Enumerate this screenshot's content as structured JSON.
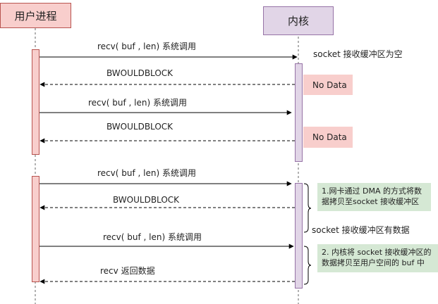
{
  "participants": {
    "user": "用户进程",
    "kernel": "内核"
  },
  "messages": [
    {
      "label": "recv( buf , len) 系统调用",
      "kind": "call"
    },
    {
      "label": "BWOULDBLOCK",
      "kind": "return"
    },
    {
      "label": "recv( buf , len) 系统调用",
      "kind": "call"
    },
    {
      "label": "BWOULDBLOCK",
      "kind": "return"
    },
    {
      "label": "recv( buf , len) 系统调用",
      "kind": "call"
    },
    {
      "label": "BWOULDBLOCK",
      "kind": "return"
    },
    {
      "label": "recv( buf , len) 系统调用",
      "kind": "call"
    },
    {
      "label": "recv 返回数据",
      "kind": "return"
    }
  ],
  "annotations": {
    "buffer_empty": "socket 接收缓冲区为空",
    "no_data_1": "No Data",
    "no_data_2": "No Data",
    "buffer_has_data": "socket 接收缓冲区有数据",
    "step1": "1.网卡通过 DMA 的方式将数据拷贝至socket 接收缓冲区",
    "step2": "2. 内核将 socket 接收缓冲区的数据拷贝至用户空间的 buf 中"
  },
  "colors": {
    "user_fill": "#f8cecc",
    "user_stroke": "#b85450",
    "kernel_fill": "#e1d5e7",
    "kernel_stroke": "#9673a6",
    "note_green": "#d5e8d4"
  }
}
